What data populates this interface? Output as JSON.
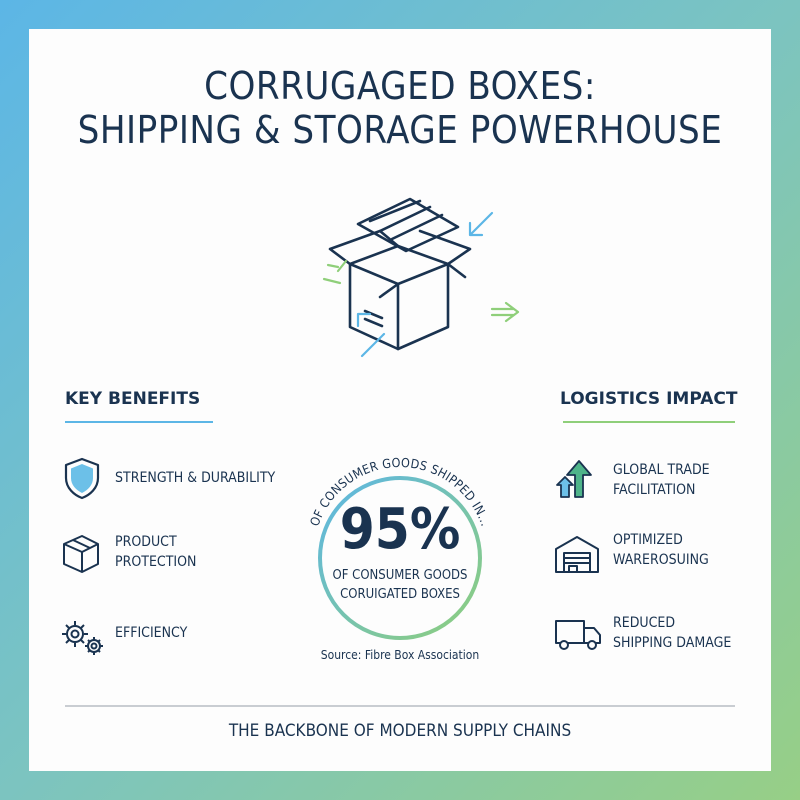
{
  "title": {
    "line1": "CORRUGAGED BOXES:",
    "line2": "SHIPPING & STORAGE POWERHOUSE"
  },
  "colors": {
    "navy": "#1a3350",
    "blue_accent": "#5cb6e6",
    "green_accent": "#8fcf7a"
  },
  "hero_icon": "open-box-icon",
  "key_benefits": {
    "heading": "KEY BENEFITS",
    "items": [
      {
        "icon": "shield-icon",
        "label": "STRENGTH & DURABILITY"
      },
      {
        "icon": "box-icon",
        "label_line1": "PRODUCT",
        "label_line2": "PROTECTION"
      },
      {
        "icon": "gears-icon",
        "label": "EFFICIENCY"
      }
    ]
  },
  "stat": {
    "arc_text": "OF CONSUMER GOODS SHIPPED IN...",
    "value": "95%",
    "line1": "OF CONSUMER GOODS",
    "line2": "CORUIGATED BOXES",
    "source": "Source: Fibre Box Association"
  },
  "logistics_impact": {
    "heading": "LOGISTICS IMPACT",
    "items": [
      {
        "icon": "trade-arrows-icon",
        "label_line1": "GLOBAL TRADE",
        "label_line2": "FACILITATION"
      },
      {
        "icon": "warehouse-icon",
        "label_line1": "OPTIMIZED",
        "label_line2": "WAREROSUING"
      },
      {
        "icon": "truck-icon",
        "label_line1": "REDUCED",
        "label_line2": "SHIPPING DAMAGE"
      }
    ]
  },
  "footer": "THE BACKBONE OF MODERN SUPPLY CHAINS"
}
